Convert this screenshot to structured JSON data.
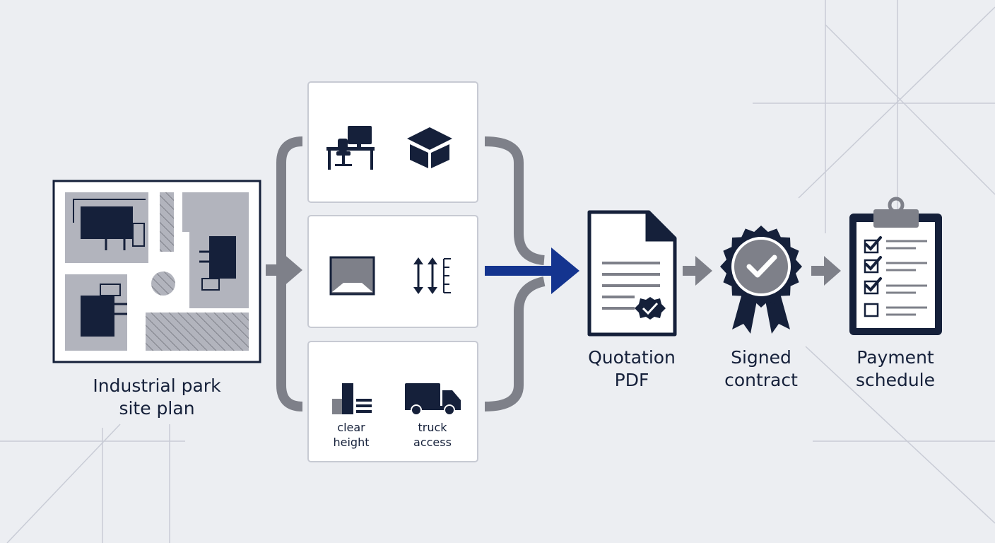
{
  "colors": {
    "background": "#eceef2",
    "navy": "#15203a",
    "gray": "#7e8089",
    "light_gray": "#b2b4bd",
    "accent_blue": "#14348f",
    "card_border": "#c7cad3"
  },
  "labels": {
    "site_plan": [
      "Industrial park",
      "site plan"
    ],
    "clear_height": [
      "clear",
      "height"
    ],
    "truck_access": [
      "truck",
      "access"
    ],
    "quotation": [
      "Quotation",
      "PDF"
    ],
    "contract": [
      "Signed",
      "contract"
    ],
    "payment": [
      "Payment",
      "schedule"
    ]
  },
  "icons": {
    "card_top": [
      "office-desk-icon",
      "box-icon"
    ],
    "card_middle": [
      "floor-space-icon",
      "height-measure-icon"
    ],
    "card_bottom": [
      "clear-height-icon",
      "truck-icon"
    ],
    "outputs": [
      "document-check-icon",
      "award-badge-icon",
      "clipboard-checklist-icon"
    ]
  }
}
